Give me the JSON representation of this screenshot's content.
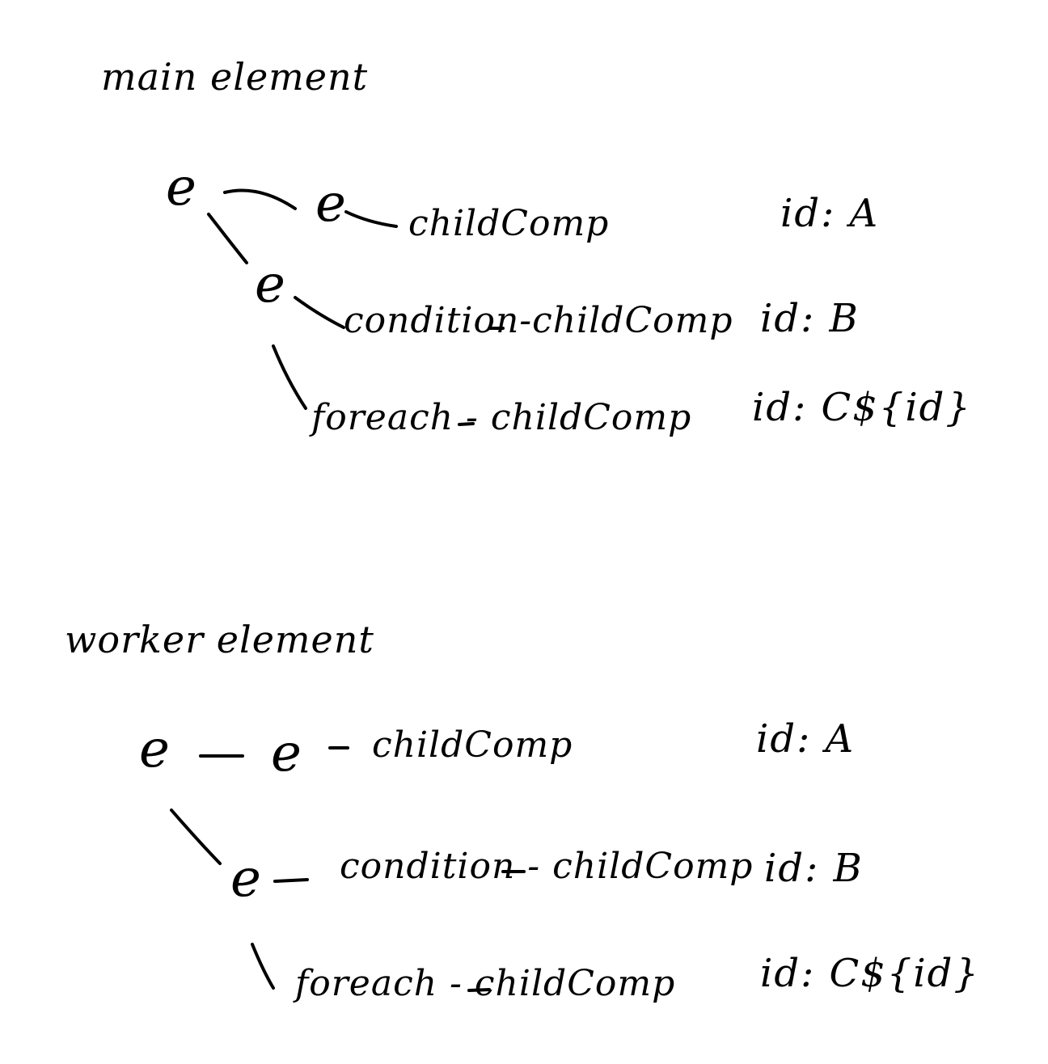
{
  "sections": [
    {
      "title": "main element",
      "root": "e",
      "rows": [
        {
          "node": "e",
          "label": "childComp",
          "id": "id: A"
        },
        {
          "node": "e",
          "label": "condition-childComp",
          "id": "id: B"
        },
        {
          "node": "",
          "label": "foreach - childComp",
          "id": "id: C${id}"
        }
      ]
    },
    {
      "title": "worker element",
      "root": "e",
      "rows": [
        {
          "node": "e",
          "label": "childComp",
          "id": "id: A"
        },
        {
          "node": "e",
          "label": "condition - childComp",
          "id": "id: B"
        },
        {
          "node": "",
          "label": "foreach - childComp",
          "id": "id: C${id}"
        }
      ]
    }
  ]
}
